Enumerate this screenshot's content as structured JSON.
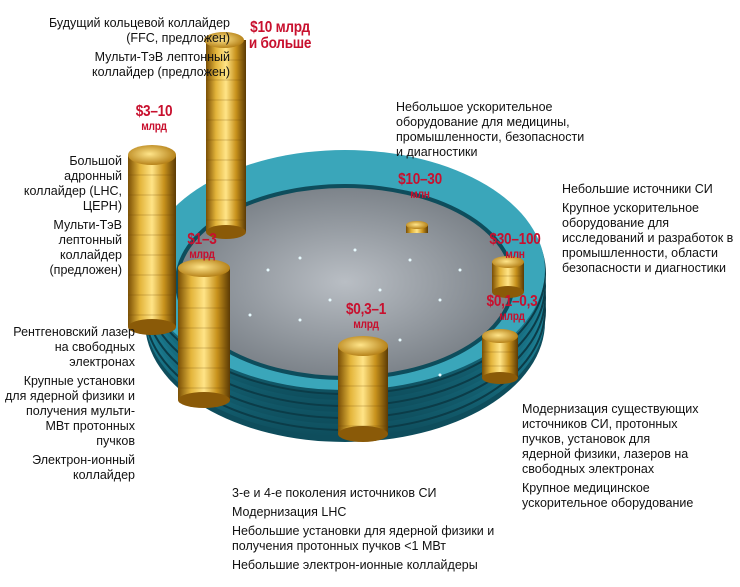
{
  "labels": {
    "top_left": [
      "Будущий кольцевой коллайдер (FFC, предложен)",
      "Мульти-ТэВ лептонный коллайдер (предложен)"
    ],
    "mid_left": [
      "Большой адронный коллайдер (LHC, ЦЕРН)",
      "Мульти-ТэВ лептонный коллайдер (предложен)"
    ],
    "low_left": [
      "Рентгеновский лазер на свободных электронах",
      "Крупные установки для ядерной физики и получения мульти-МВт протонных пучков",
      "Электрон-ионный коллайдер"
    ],
    "top_right": [
      "Небольшое ускорительное оборудование для медицины, промышленности, безопасности и диагностики"
    ],
    "mid_right": [
      "Небольшие источники СИ",
      "Крупное ускорительное оборудование для исследований и разработок в промышленности, области безопасности и диагностики"
    ],
    "low_right": [
      "Модернизация существующих источников СИ, протонных пучков, установок для ядерной физики, лазеров на свободных электронах",
      "Крупное медицинское ускорительное оборудование"
    ],
    "bottom": [
      "3-е и 4-е поколения источников СИ",
      "Модернизация LHC",
      "Небольшие установки для ядерной физики и получения протонных пучков <1 МВт",
      "Небольшие электрон-ионные коллайдеры"
    ]
  },
  "prices": {
    "p10b": {
      "amount": "$10 млрд",
      "unit": "и больше"
    },
    "p3_10": {
      "amount": "$3–10",
      "unit": "млрд"
    },
    "p1_3": {
      "amount": "$1–3",
      "unit": "млрд"
    },
    "p03_1": {
      "amount": "$0,3–1",
      "unit": "млрд"
    },
    "p10_30": {
      "amount": "$10–30",
      "unit": "млн"
    },
    "p30_100": {
      "amount": "$30–100",
      "unit": "млн"
    },
    "p01_03": {
      "amount": "$0,1–0,3",
      "unit": "млрд"
    }
  },
  "colors": {
    "price_red": "#c8102e",
    "ring_teal": "#1f8aa0",
    "coin_gold": "#d4a017"
  }
}
